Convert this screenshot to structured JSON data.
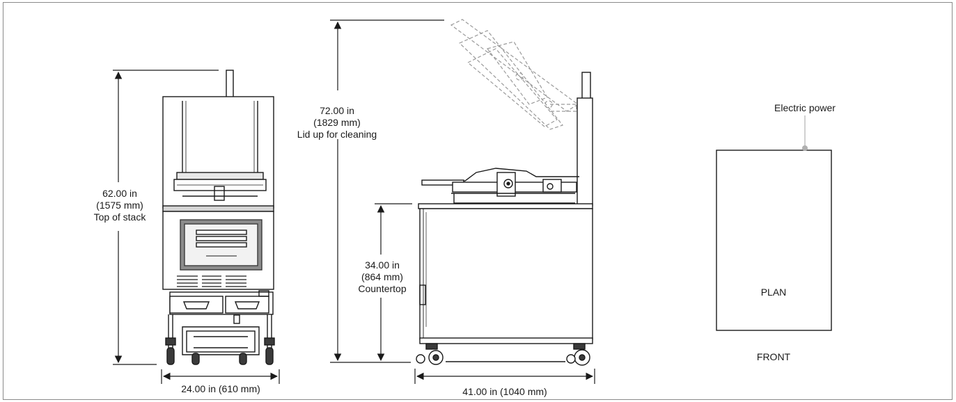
{
  "front_view": {
    "height_value": "62.00 in",
    "height_metric": "(1575 mm)",
    "height_note": "Top of stack",
    "width_label": "24.00 in (610 mm)"
  },
  "side_view": {
    "lid_height_value": "72.00 in",
    "lid_height_metric": "(1829 mm)",
    "lid_height_note": "Lid up for cleaning",
    "counter_height_value": "34.00 in",
    "counter_height_metric": "(864 mm)",
    "counter_height_note": "Countertop",
    "depth_label": "41.00 in (1040 mm)"
  },
  "plan_view": {
    "power_label": "Electric power",
    "plan_label": "PLAN",
    "front_label": "FRONT"
  },
  "colors": {
    "line": "#1a1a1a",
    "machine_dark": "#3a3a3a",
    "panel_gray": "#8c8c8c",
    "dashed_lid": "#9a9a9a",
    "power_dot": "#b0b0b0"
  }
}
